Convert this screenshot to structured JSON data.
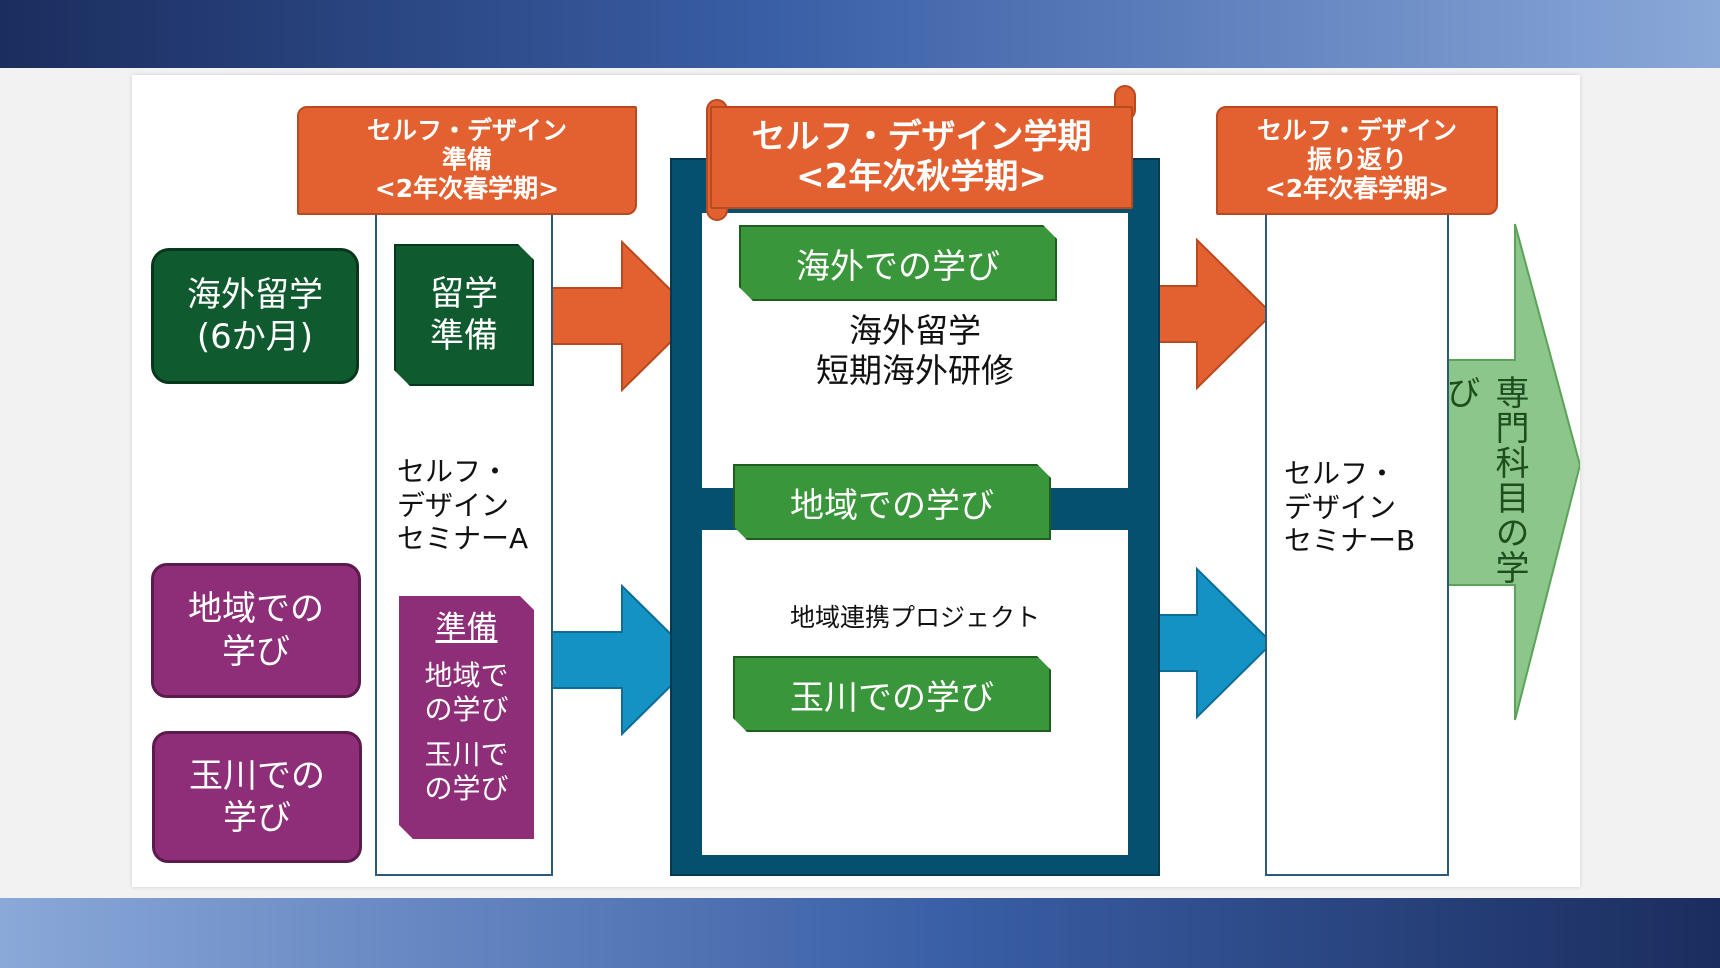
{
  "headers": {
    "prep": {
      "line1": "セルフ・デザイン",
      "line2": "準備",
      "line3": "<2年次春学期>"
    },
    "main": {
      "line1": "セルフ・デザイン学期",
      "line2": "<2年次秋学期>"
    },
    "review": {
      "line1": "セルフ・デザイン",
      "line2": "振り返り",
      "line3": "<2年次春学期>"
    }
  },
  "left_boxes": {
    "abroad": {
      "line1": "海外留学",
      "line2": "(6か月)"
    },
    "region": {
      "line1": "地域での",
      "line2": "学び"
    },
    "tamagawa": {
      "line1": "玉川での",
      "line2": "学び"
    }
  },
  "prep_col": {
    "study_abroad_prep": {
      "line1": "留学",
      "line2": "準備"
    },
    "seminar_a": {
      "line1": "セルフ・",
      "line2": "デザイン",
      "line3": "セミナーA"
    },
    "prep_box": {
      "title": "準備",
      "item1_line1": "地域で",
      "item1_line2": "の学び",
      "item2_line1": "玉川で",
      "item2_line2": "の学び"
    }
  },
  "main_col": {
    "overseas_label": "海外での学び",
    "overseas_line1": "海外留学",
    "overseas_line2": "短期海外研修",
    "region_label": "地域での学び",
    "region_project": "地域連携プロジェクト",
    "tamagawa_label": "玉川での学び"
  },
  "review_col": {
    "seminar_b": {
      "line1": "セルフ・",
      "line2": "デザイン",
      "line3": "セミナーB"
    }
  },
  "final_arrow": "専門科目の学び",
  "colors": {
    "orange": "#e36131",
    "blue_arrow": "#1592c4",
    "navy_frame": "#05506e",
    "dark_green": "#0f5a2e",
    "label_green": "#3a963a",
    "purple": "#8e2d78",
    "light_green": "#8cc68a"
  }
}
